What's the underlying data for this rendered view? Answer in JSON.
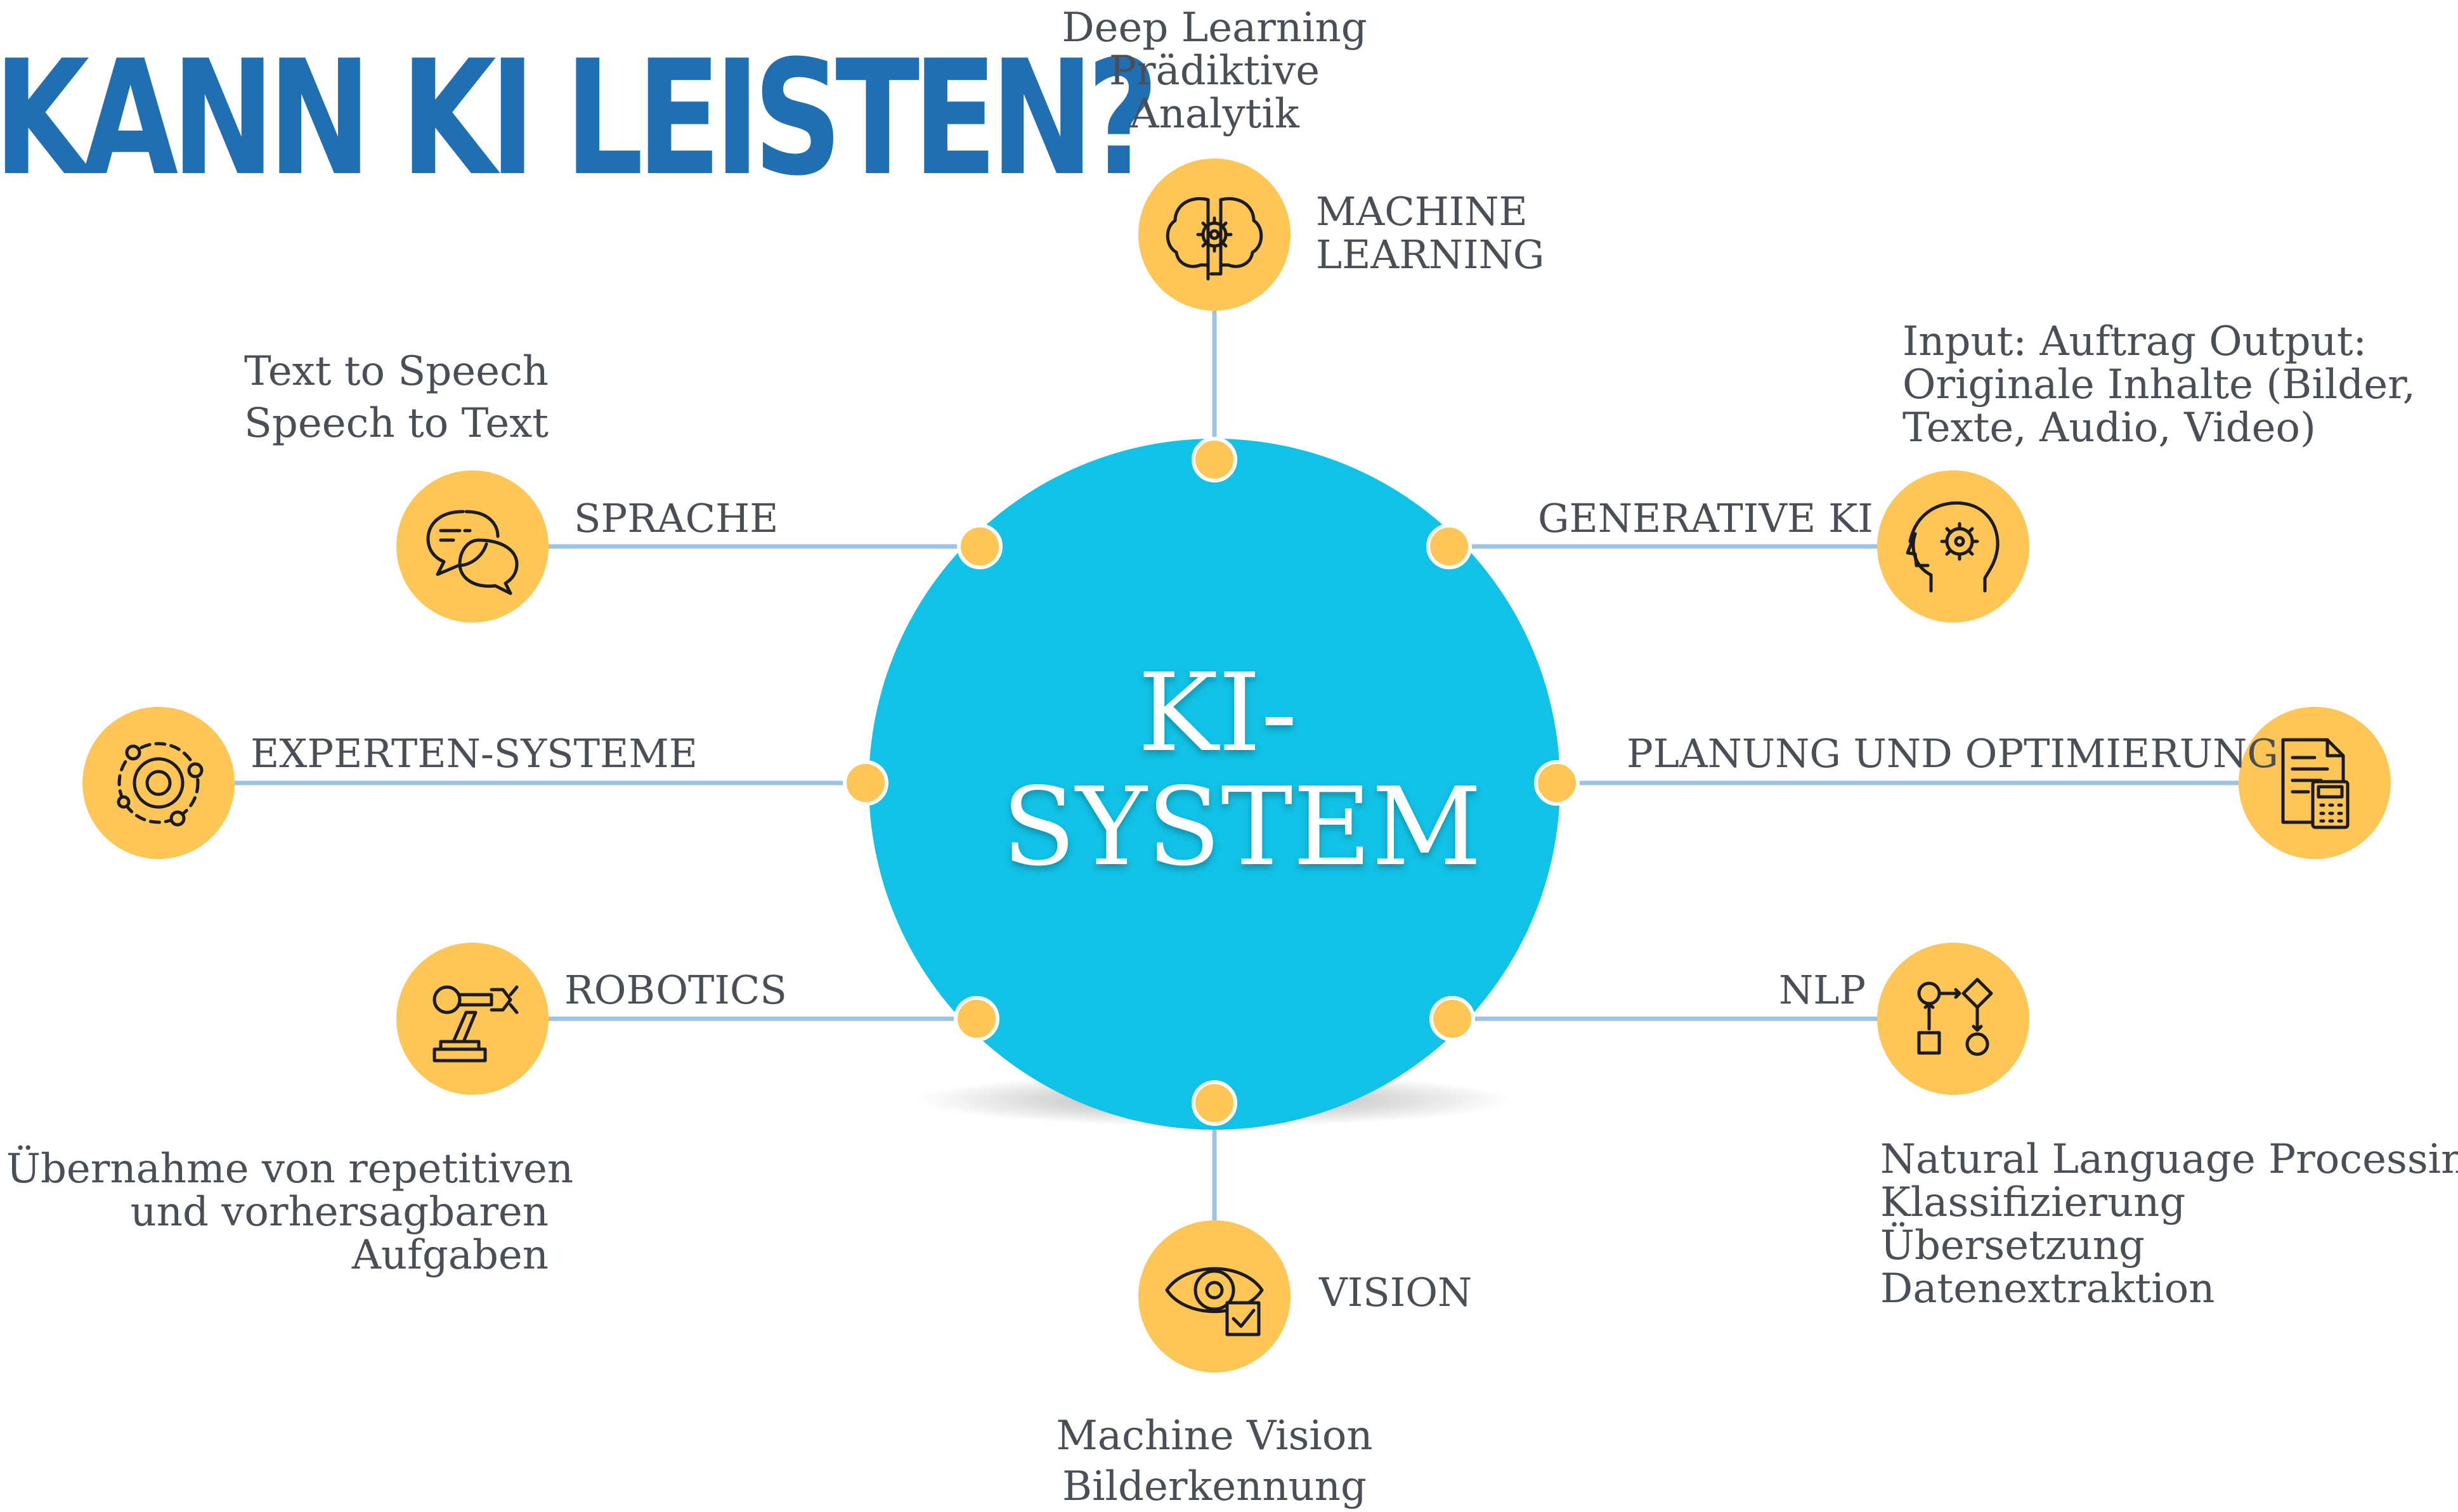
{
  "title": "KANN KI LEISTEN?",
  "center": {
    "line1": "KI-",
    "line2": "SYSTEM"
  },
  "nodes": [
    {
      "id": "machine-learning",
      "label_lines": [
        "MACHINE",
        "LEARNING"
      ],
      "desc_lines": [
        "Deep Learning",
        "Prädiktive",
        "Analytik"
      ],
      "icon": "brain-gear-icon"
    },
    {
      "id": "generative-ki",
      "label_lines": [
        "GENERATIVE KI"
      ],
      "desc_lines": [
        "Input: Auftrag Output:",
        "Originale Inhalte (Bilder,",
        "Texte, Audio, Video)"
      ],
      "icon": "head-gear-icon"
    },
    {
      "id": "planung",
      "label_lines": [
        "PLANUNG UND OPTIMIERUNG"
      ],
      "desc_lines": [],
      "icon": "document-calculator-icon"
    },
    {
      "id": "nlp",
      "label_lines": [
        "NLP"
      ],
      "desc_lines": [
        "Natural Language Processing",
        "Klassifizierung",
        "Übersetzung",
        "Datenextraktion"
      ],
      "icon": "flowchart-icon"
    },
    {
      "id": "vision",
      "label_lines": [
        "VISION"
      ],
      "desc_lines": [
        "Machine Vision",
        "Bilderkennung"
      ],
      "icon": "eye-check-icon"
    },
    {
      "id": "robotics",
      "label_lines": [
        "ROBOTICS"
      ],
      "desc_lines": [
        "Übernahme von repetitiven",
        "und vorhersagbaren",
        "Aufgaben"
      ],
      "icon": "robot-arm-icon"
    },
    {
      "id": "experten-systeme",
      "label_lines": [
        "EXPERTEN-SYSTEME"
      ],
      "desc_lines": [],
      "icon": "orbit-icon"
    },
    {
      "id": "sprache",
      "label_lines": [
        "SPRACHE"
      ],
      "desc_lines": [
        "Text to Speech",
        "Speech to Text"
      ],
      "icon": "speech-bubbles-icon"
    }
  ],
  "colors": {
    "title": "#1f6fb2",
    "center_circle": "#11c2e6",
    "node_circle": "#fdc656",
    "connector": "#9ec3e0",
    "text": "#4a4f57",
    "icon_stroke": "#1b1b1b"
  }
}
